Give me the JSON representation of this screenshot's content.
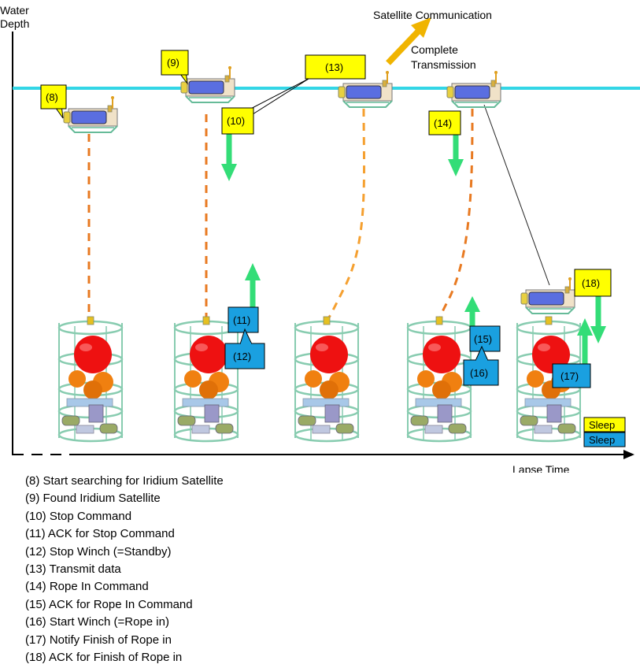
{
  "axes": {
    "y_label_line1": "Water",
    "y_label_line2": "Depth",
    "x_label": "Lapse Time"
  },
  "annotations": {
    "satellite": "Satellite Communication",
    "complete_line1": "Complete",
    "complete_line2": "Transmission"
  },
  "labels": {
    "l8": "(8)",
    "l9": "(9)",
    "l10": "(10)",
    "l11": "(11)",
    "l12": "(12)",
    "l13": "(13)",
    "l14": "(14)",
    "l15": "(15)",
    "l16": "(16)",
    "l17": "(17)",
    "l18": "(18)",
    "sleep_yellow": "Sleep",
    "sleep_blue": "Sleep"
  },
  "legend": [
    "(8) Start searching for Iridium Satellite",
    "(9) Found Iridium Satellite",
    "(10) Stop Command",
    "(11) ACK for Stop Command",
    "(12) Stop Winch (=Standby)",
    "(13) Transmit data",
    "(14) Rope In Command",
    "(15) ACK for Rope In Command",
    "(16) Start Winch (=Rope in)",
    "(17) Notify Finish of Rope in",
    "(18) ACK for Finish of Rope in"
  ],
  "colors": {
    "sea_surface": "#33d6e6",
    "rope_orange": "#e87a22",
    "rope_light": "#f5a030",
    "arrow_green": "#33dd77",
    "box_yellow": "#ffff00",
    "box_blue": "#1aa0e0",
    "buoy_red": "#ee1111",
    "float_orange": "#f08010",
    "frame_green": "#88ccb0",
    "satellite_arrow": "#f0b400"
  }
}
